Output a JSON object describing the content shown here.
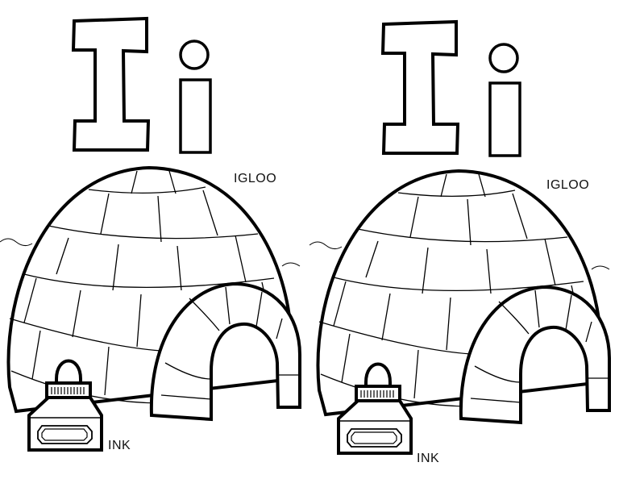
{
  "page": {
    "type": "coloring-page",
    "letter_upper": "I",
    "letter_lower": "i",
    "line_color": "#000000",
    "background": "#ffffff"
  },
  "panels": [
    {
      "word_1": "IGLOO",
      "word_2": "INK"
    },
    {
      "word_1": "IGLOO",
      "word_2": "INK"
    }
  ]
}
